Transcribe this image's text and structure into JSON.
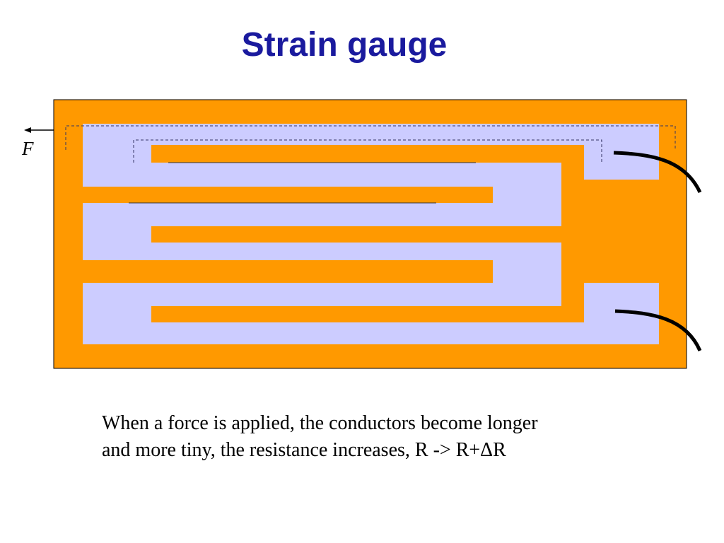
{
  "slide": {
    "title": "Strain gauge"
  },
  "diagram": {
    "force_label": "F",
    "substrate_color": "#ff9900",
    "conductor_color": "#ccccff",
    "lead_color": "#000000"
  },
  "caption": {
    "line1": "When a force is applied, the conductors become longer",
    "line2": "and more tiny, the resistance increases, R -> R+ΔR"
  }
}
